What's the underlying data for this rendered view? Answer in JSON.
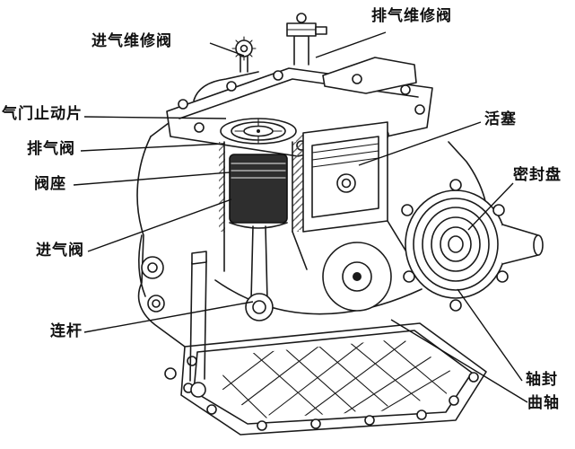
{
  "figure": {
    "type": "technical-cutaway-diagram",
    "labels": {
      "exhaust_service_valve": "排气维修阀",
      "intake_service_valve": "进气维修阀",
      "valve_stop_plate": "气门止动片",
      "exhaust_valve": "排气阀",
      "valve_seat": "阀座",
      "intake_valve": "进气阀",
      "connecting_rod": "连杆",
      "piston": "活塞",
      "seal_plate": "密封盘",
      "shaft_seal": "轴封",
      "crankshaft": "曲轴"
    },
    "colors": {
      "line": "#1a1a1a",
      "background": "#ffffff",
      "piston_fill": "#2e2e2e"
    }
  }
}
